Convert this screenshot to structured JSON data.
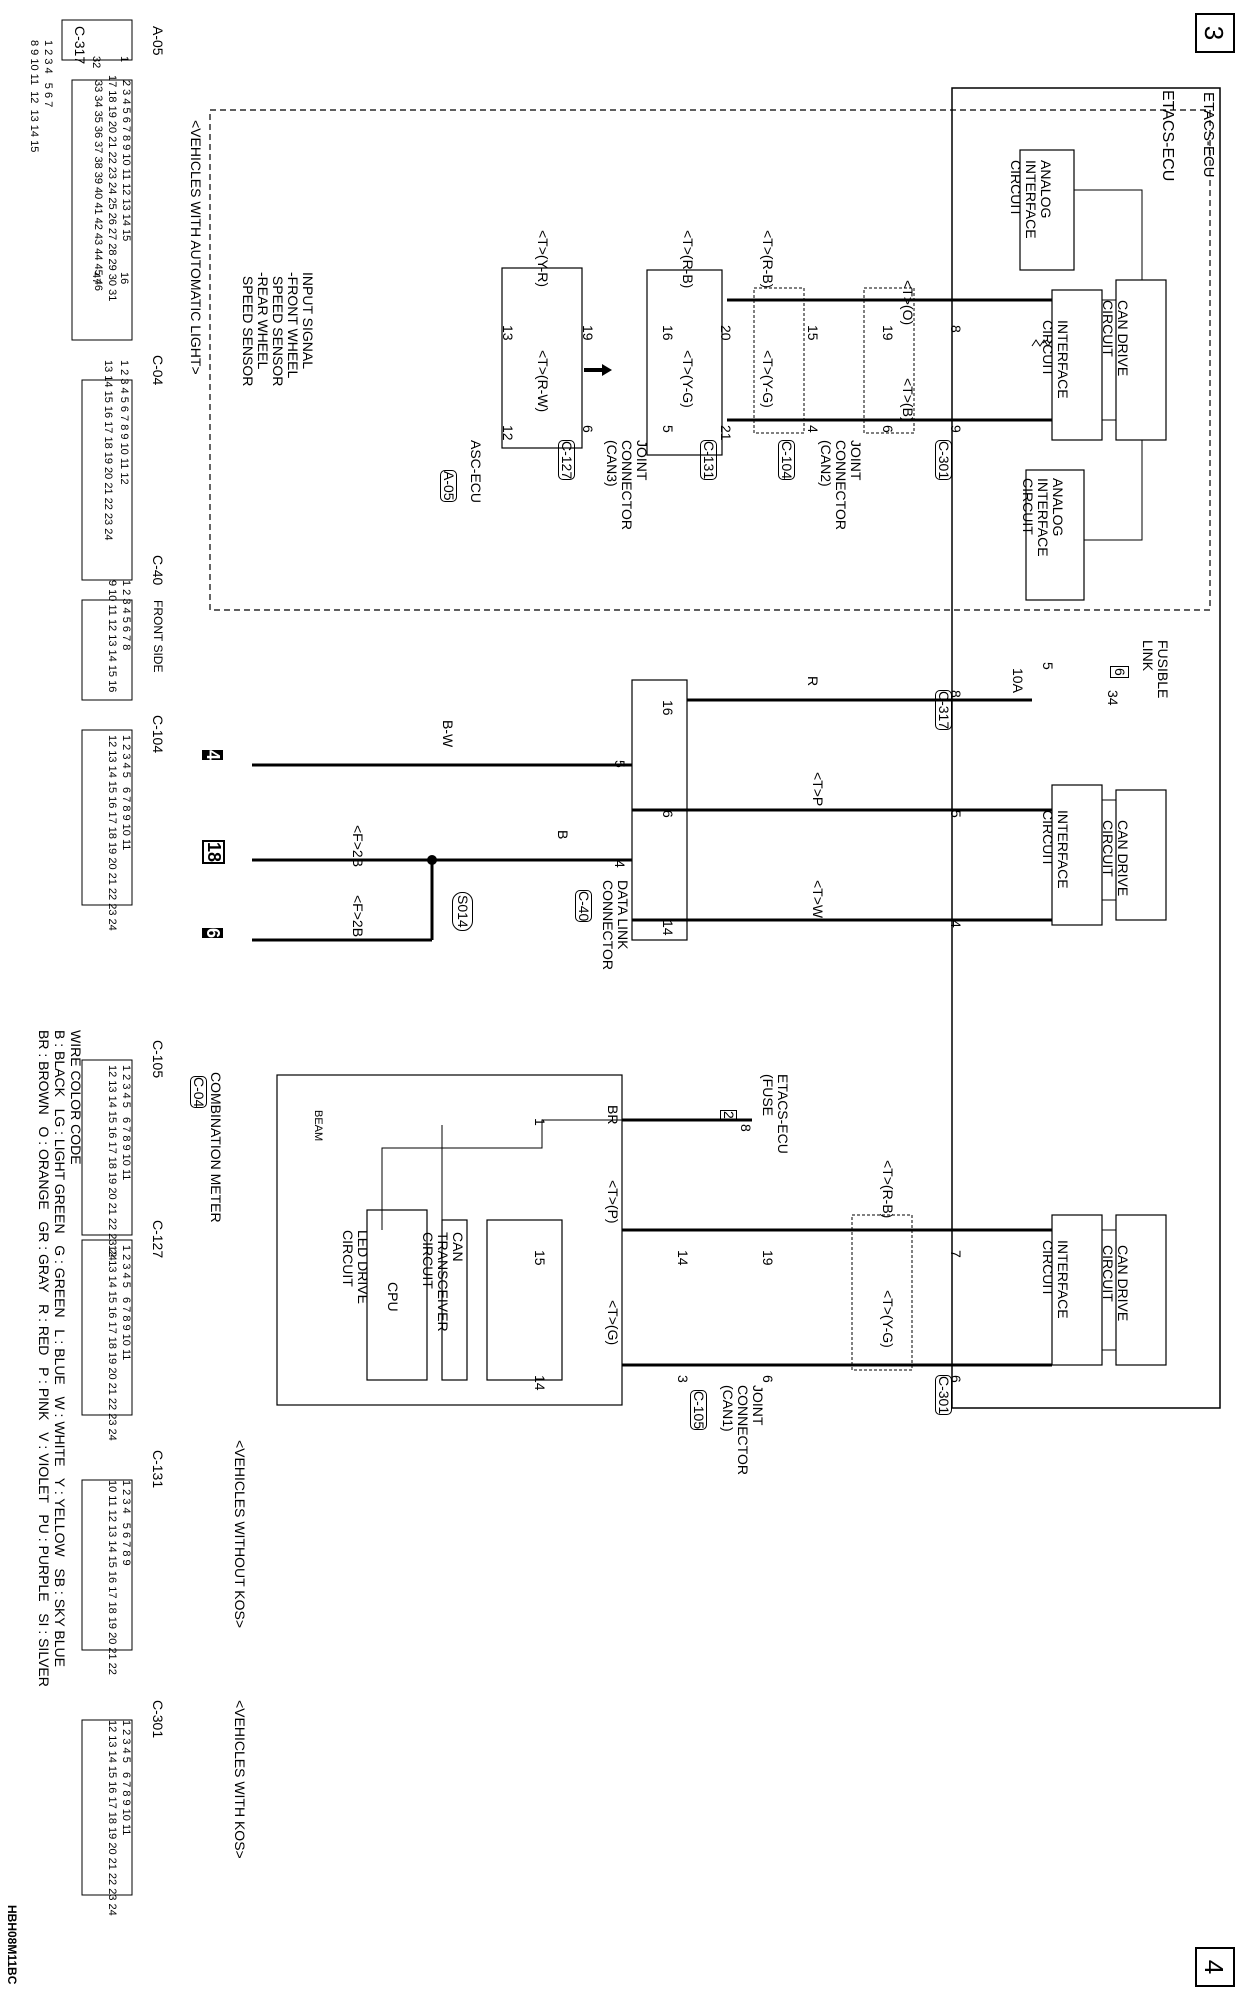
{
  "page_labels": {
    "left_page": "3",
    "right_page": "4",
    "doc_code": "HBH08M11BC"
  },
  "ecu": {
    "title": "ETACS-ECU",
    "blocks": {
      "analog_1": "ANALOG\nINTERFACE\nCIRCUIT",
      "analog_2": "ANALOG\nINTERFACE\nCIRCUIT",
      "can_drive_1": "CAN DRIVE\nCIRCUIT",
      "interface_1": "INTERFACE\nCIRCUIT",
      "can_drive_2": "CAN DRIVE\nCIRCUIT",
      "interface_2": "INTERFACE\nCIRCUIT",
      "can_drive_3": "CAN DRIVE\nCIRCUIT",
      "interface_3": "INTERFACE\nCIRCUIT"
    }
  },
  "fusible_link": {
    "label": "FUSIBLE\nLINK",
    "num": "34",
    "box": "6",
    "fuse_no": "5",
    "rating": "10A"
  },
  "region_labels": {
    "auto_light": "<VEHICLES WITH AUTOMATIC LIGHT>",
    "without_kos": "<VEHICLES WITHOUT KOS>",
    "with_kos": "<VEHICLES WITH KOS>"
  },
  "connectors": {
    "jc_can2": "JOINT\nCONNECTOR\n(CAN2)",
    "jc_can2_id": "C-104",
    "jc_can3": "JOINT\nCONNECTOR\n(CAN3)",
    "jc_can3_id": "C-127",
    "jc_c131": "C-131",
    "asc_ecu": "ASC-ECU",
    "asc_id": "A-05",
    "dlc": "DATA LINK\nCONNECTOR",
    "dlc_id": "C-40",
    "jc_can1": "JOINT\nCONNECTOR\n(CAN1)",
    "jc_can1_id": "C-105",
    "c301_a": "C-301",
    "c301_b": "C-301",
    "c317": "C-317",
    "splice": "S014",
    "meter": "COMBINATION METER",
    "meter_id": "C-04",
    "etacs_fuse": "ETACS-ECU\n(FUSE",
    "etacs_fuse_no": "8",
    "etacs_box": "2"
  },
  "input_signal": "INPUT SIGNAL\n-FRONT WHEEL\n SPEED SENSOR\n-REAR WHEEL\n SPEED SENSOR",
  "meter_blocks": {
    "can_tx": "CAN\nTRANSCEIVER\nCIRCUIT",
    "cpu": "CPU",
    "led": "LED DRIVE\nCIRCUIT",
    "beam": "BEAM"
  },
  "pins": {
    "ecu_8": "8",
    "ecu_9": "9",
    "c104_19": "19",
    "c104_6": "6",
    "c104_15": "15",
    "c104_4": "4",
    "c131_20": "20",
    "c131_21": "21",
    "c127_16": "16",
    "c127_5": "5",
    "c127_19": "19",
    "c127_6": "6",
    "asc_13": "13",
    "asc_12": "12",
    "c317_8": "8",
    "dlc_16": "16",
    "dlc_5": "5",
    "dlc_6": "6",
    "dlc_4": "4",
    "dlc_14": "14",
    "ecu2_5": "5",
    "ecu2_4": "4",
    "ecu3_7": "7",
    "ecu3_6": "6",
    "c105_19": "19",
    "c105_6": "6",
    "c105_14": "14",
    "c105_3": "3",
    "meter_1": "1",
    "meter_15": "15",
    "meter_14": "14"
  },
  "wire_labels": {
    "t_o": "<T>(O)",
    "t_b": "<T>(B)",
    "t_rb": "<T>(R-B)",
    "t_yg": "<T>(Y-G)",
    "t_rb2": "<T>(R-B)",
    "t_yg2": "<T>(Y-G)",
    "t_yr": "<T>(Y-R)",
    "t_rw": "<T>(R-W)",
    "r": "R",
    "bw": "B-W",
    "b": "B",
    "tp": "<T>P",
    "tw": "<T>W",
    "f2b_1": "<F>2B",
    "f2b_2": "<F>2B",
    "br": "BR",
    "t_rb3": "<T>(R-B)",
    "t_yg3": "<T>(Y-G)",
    "t_p": "<T>(P)",
    "t_g": "<T>(G)"
  },
  "destinations": {
    "d4": "4",
    "d18": "18",
    "d6": "6"
  },
  "connector_views": {
    "a05": "A-05",
    "c317": "C-317",
    "c04": "C-04",
    "c40": "C-40",
    "c40_side": "FRONT SIDE",
    "c104": "C-104",
    "c105": "C-105",
    "c127": "C-127",
    "c131": "C-131",
    "c301": "C-301"
  },
  "connector_grids": {
    "a05_r1": "2 3 4 5 6 7 8 9 10 11 12 13 14 15",
    "a05_r2": "17 18 19 20 21 22 23 24 25 26 27 28 29 30 31",
    "a05_r3": "33 34 35 36 37 38 39 40 41 42 43 44 45 46",
    "a05_p1": "1",
    "a05_p16": "16",
    "a05_p32": "32",
    "a05_p47": "47",
    "c317_r1": "1 2 3 4   5 6 7",
    "c317_r2": "8 9 10 11  12  13 14 15",
    "c04_r1": "1 2 3 4 5 6 7 8 9 10 11 12",
    "c04_r2": "13 14 15 16 17 18 19 20 21 22 23 24",
    "c40_r1": "1 2 3 4 5 6 7 8",
    "c40_r2": "9 10 11 12 13 14 15 16",
    "c104_r1": "1 2 3 4 5   6 7 8 9 10 11",
    "c104_r2": "12 13 14 15 16 17 18 19 20 21 22 23 24",
    "c105_r1": "1 2 3 4 5   6 7 8 9 10 11",
    "c105_r2": "12 13 14 15 16 17 18 19 20 21 22 23 24",
    "c127_r1": "1 2 3 4 5   6 7 8 9 10 11",
    "c127_r2": "12 13 14 15 16 17 18 19 20 21 22 23 24",
    "c131_r1": "1 2 3 4   5 6 7 8 9",
    "c131_r2": "10 11 12 13 14 15 16 17 18 19 20 21 22",
    "c301_r1": "1 2 3 4 5   6 7 8 9 10 11",
    "c301_r2": "12 13 14 15 16 17 18 19 20 21 22 23 24"
  },
  "color_code": {
    "title": "WIRE COLOR CODE",
    "line1": "B : BLACK   LG : LIGHT GREEN   G : GREEN   L : BLUE   W : WHITE   Y : YELLOW   SB : SKY BLUE",
    "line2": "BR : BROWN   O : ORANGE   GR : GRAY   R : RED   P : PINK   V : VIOLET   PU : PURPLE   SI : SILVER"
  }
}
